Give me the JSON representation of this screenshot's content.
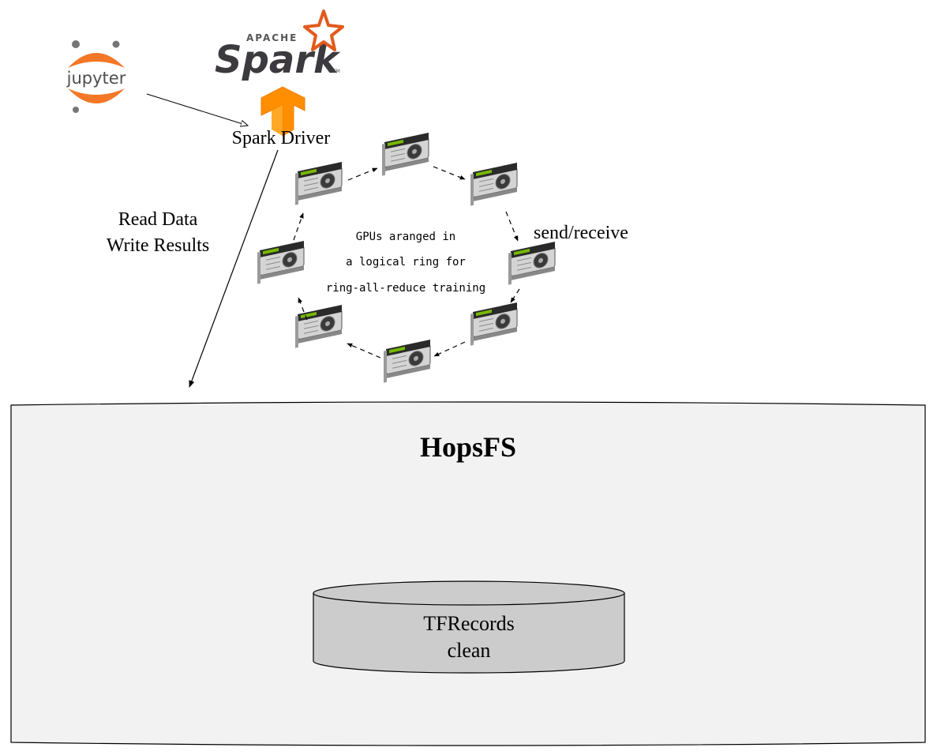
{
  "logos": {
    "jupyter": "jupyter",
    "spark_apache": "APACHE",
    "spark": "Spark",
    "spark_tm": "TM",
    "tensorflow_icon": "tensorflow-icon"
  },
  "driver": {
    "label": "Spark Driver"
  },
  "io": {
    "line1": "Read Data",
    "line2": "Write Results"
  },
  "ring": {
    "caption": [
      "GPUs aranged in",
      "a logical ring for",
      "ring-all-reduce training"
    ],
    "send_receive": "send/receive",
    "gpu_count": 8
  },
  "storage": {
    "title": "HopsFS",
    "dataset_line1": "TFRecords",
    "dataset_line2": "clean"
  },
  "colors": {
    "hopsfs_fill": "#f2f2f2",
    "dataset_fill": "#cccccc",
    "jupyter_orange": "#f37726",
    "spark_orange": "#e25a1c",
    "tf_orange": "#ff8f00"
  }
}
